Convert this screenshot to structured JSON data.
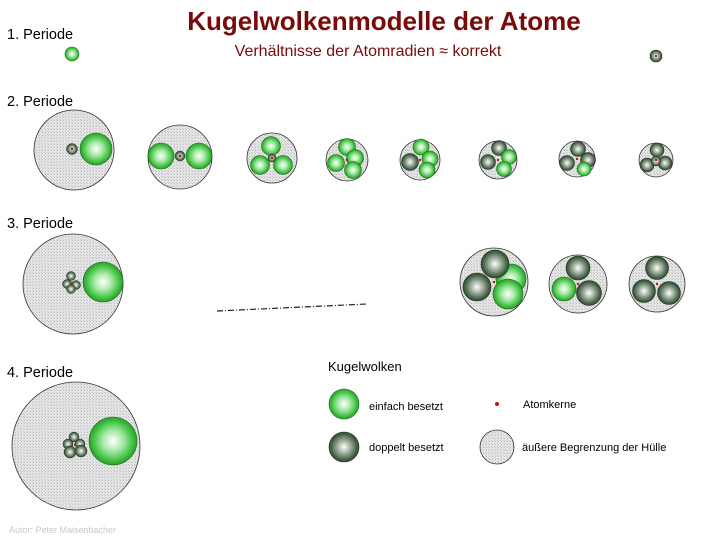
{
  "title": "Kugelwolkenmodelle der Atome",
  "subtitle": "Verhältnisse der Atomradien ≈ korrekt",
  "periods": {
    "p1": "1. Periode",
    "p2": "2. Periode",
    "p3": "3. Periode",
    "p4": "4. Periode"
  },
  "legend": {
    "title": "Kugelwolken",
    "single": "einfach besetzt",
    "double": "doppelt besetzt",
    "nuclei": "Atomkerne",
    "boundary": "äußere Begrenzung der Hülle"
  },
  "author": "Autor: Peter Maisenbacher",
  "colors": {
    "title": "#7a0a0a",
    "subtitle": "#7a0a0a",
    "single_occupied": "#40c040",
    "double_occupied": "#3c5a3c",
    "nucleus": "#b81818",
    "hull": "#d8d8d8"
  }
}
